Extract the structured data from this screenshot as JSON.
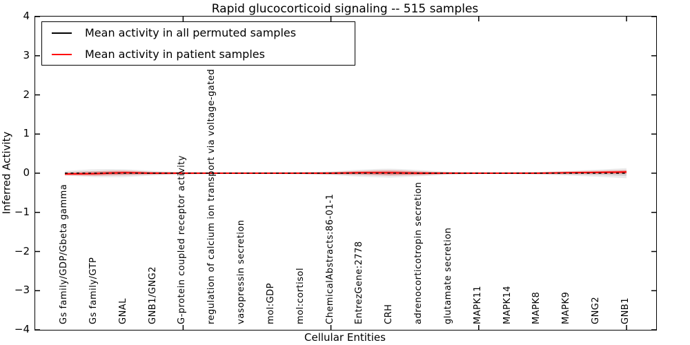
{
  "title": "Rapid glucocorticoid signaling -- 515 samples",
  "legend": {
    "items": [
      {
        "label": "Mean activity in all permuted samples",
        "color": "#000000"
      },
      {
        "label": "Mean activity in patient samples",
        "color": "#ff0000"
      }
    ],
    "position": "upper left"
  },
  "chart_data": {
    "type": "line",
    "title": "Rapid glucocorticoid signaling -- 515 samples",
    "xlabel": "Cellular Entities",
    "ylabel": "Inferred Activity",
    "ylim": [
      -4,
      4
    ],
    "yticks": [
      4,
      3,
      2,
      1,
      0,
      -1,
      -2,
      -3,
      -4
    ],
    "ytick_labels": [
      "4",
      "3",
      "2",
      "1",
      "0",
      "−1",
      "−2",
      "−3",
      "−4"
    ],
    "xtick_positions": [
      4,
      9,
      14,
      19
    ],
    "grid": false,
    "categories": [
      "Gs family/GDP/Gbeta gamma",
      "Gs family/GTP",
      "GNAL",
      "GNB1/GNG2",
      "G-protein coupled receptor activity",
      "regulation of calcium ion transport via voltage-gated channels",
      "vasopressin secretion",
      "mol:GDP",
      "mol:cortisol",
      "ChemicalAbstracts:86-01-1",
      "EntrezGene:2778",
      "CRH",
      "adrenocorticotropin secretion",
      "glutamate secretion",
      "MAPK11",
      "MAPK14",
      "MAPK8",
      "MAPK9",
      "GNG2",
      "GNB1"
    ],
    "series": [
      {
        "name": "Mean activity in all permuted samples",
        "color": "#000000",
        "style": "dashed",
        "values": [
          0,
          0,
          0,
          0,
          0,
          0,
          0,
          0,
          0,
          0,
          0,
          0,
          0,
          0,
          0,
          0,
          0,
          0,
          0,
          0
        ]
      },
      {
        "name": "Mean activity in patient samples",
        "color": "#ff0000",
        "style": "solid",
        "values": [
          -0.02,
          -0.01,
          0.01,
          0,
          0,
          0,
          0,
          0,
          0,
          0,
          0.01,
          0.01,
          0,
          0,
          0,
          0,
          0,
          0.01,
          0.02,
          0.03
        ]
      }
    ],
    "bands": [
      {
        "name": "permuted-activity-range",
        "color_rgb": "0,0,0",
        "outer_alpha": 0.08,
        "inner_alpha": 0.09,
        "half_widths": [
          0.06,
          0.1,
          0.1,
          0.06,
          0.035,
          0.025,
          0.025,
          0.025,
          0.03,
          0.05,
          0.09,
          0.115,
          0.08,
          0.04,
          0.025,
          0.025,
          0.035,
          0.06,
          0.09,
          0.13
        ]
      },
      {
        "name": "patient-activity-range",
        "color_rgb": "255,0,0",
        "outer_alpha": 0.18,
        "inner_alpha": 0.22,
        "half_widths": [
          0.04,
          0.06,
          0.06,
          0.035,
          0.025,
          0.018,
          0.018,
          0.018,
          0.02,
          0.03,
          0.05,
          0.07,
          0.05,
          0.025,
          0.018,
          0.018,
          0.022,
          0.035,
          0.045,
          0.055
        ]
      }
    ]
  }
}
